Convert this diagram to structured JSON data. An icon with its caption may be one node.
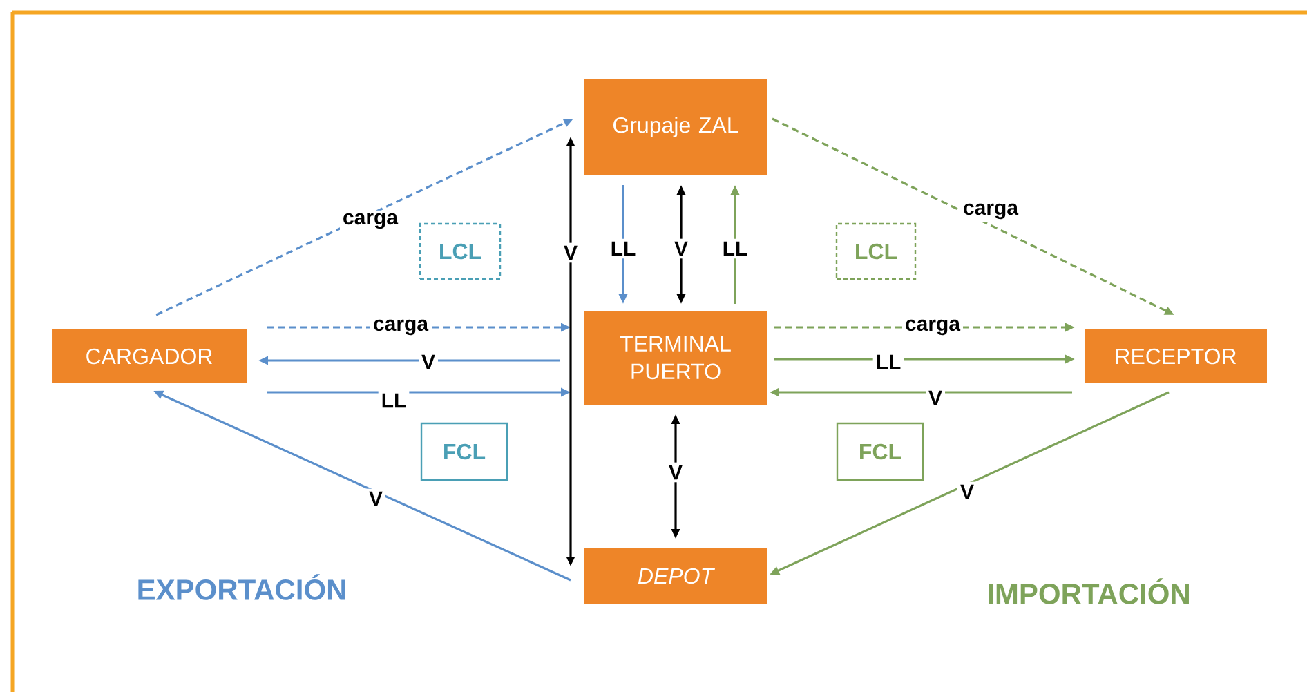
{
  "diagram": {
    "nodes": [
      {
        "text": [
          "Grupaje ZAL"
        ]
      },
      {
        "text": [
          "CARGADOR"
        ]
      },
      {
        "text": [
          "TERMINAL PUERTO"
        ]
      },
      {
        "text": [
          "RECEPTOR"
        ]
      },
      {
        "text": [
          "DEPOT"
        ]
      },
      {
        "text": [
          "LCL"
        ]
      },
      {
        "text": [
          "LCL"
        ]
      },
      {
        "text": [
          "FCL"
        ]
      },
      {
        "text": [
          "FCL"
        ]
      }
    ],
    "edges": [
      {
        "from": 1,
        "to": 0,
        "arrow": "to",
        "label": "carga",
        "style": "dashed",
        "color": "#5b8fcb"
      },
      {
        "from": 1,
        "to": 2,
        "arrow": "to",
        "label": "carga",
        "style": "dashed",
        "color": "#5b8fcb"
      },
      {
        "from": 2,
        "to": 1,
        "arrow": "to",
        "label": "V",
        "color": "#5b8fcb"
      },
      {
        "from": 1,
        "to": 2,
        "arrow": "to",
        "label": "LL",
        "color": "#5b8fcb"
      },
      {
        "from": 4,
        "to": 1,
        "arrow": "to",
        "label": "V",
        "color": "#5b8fcb"
      },
      {
        "from": 4,
        "to": 0,
        "arrow": "both",
        "label": "V",
        "color": "#000000"
      },
      {
        "from": 0,
        "to": 2,
        "arrow": "to",
        "label": "LL",
        "color": "#5b8fcb"
      },
      {
        "from": 2,
        "to": 0,
        "arrow": "both",
        "label": "V",
        "color": "#000000"
      },
      {
        "from": 2,
        "to": 0,
        "arrow": "to",
        "label": "LL",
        "color": "#7ea35a"
      },
      {
        "from": 2,
        "to": 4,
        "arrow": "both",
        "label": "V",
        "color": "#000000"
      },
      {
        "from": 0,
        "to": 3,
        "arrow": "to",
        "label": "carga",
        "style": "dashed",
        "color": "#7ea35a"
      },
      {
        "from": 2,
        "to": 3,
        "arrow": "to",
        "label": "carga",
        "style": "dashed",
        "color": "#7ea35a"
      },
      {
        "from": 2,
        "to": 3,
        "arrow": "to",
        "label": "LL",
        "color": "#7ea35a"
      },
      {
        "from": 3,
        "to": 2,
        "arrow": "to",
        "label": "V",
        "color": "#7ea35a"
      },
      {
        "from": 3,
        "to": 4,
        "arrow": "to",
        "label": "V",
        "color": "#7ea35a"
      }
    ],
    "labels": [
      "EXPORTACIÓN",
      "IMPORTACIÓN"
    ]
  }
}
